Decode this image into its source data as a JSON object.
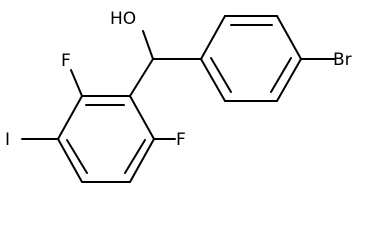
{
  "structure": {
    "atom_labels": {
      "hydroxyl": "HO",
      "bromine": "Br",
      "fluorine_top": "F",
      "fluorine_bottom": "F",
      "iodine": "I"
    }
  },
  "colors": {
    "background": "#ffffff",
    "bond": "#000000",
    "text": "#000000"
  }
}
